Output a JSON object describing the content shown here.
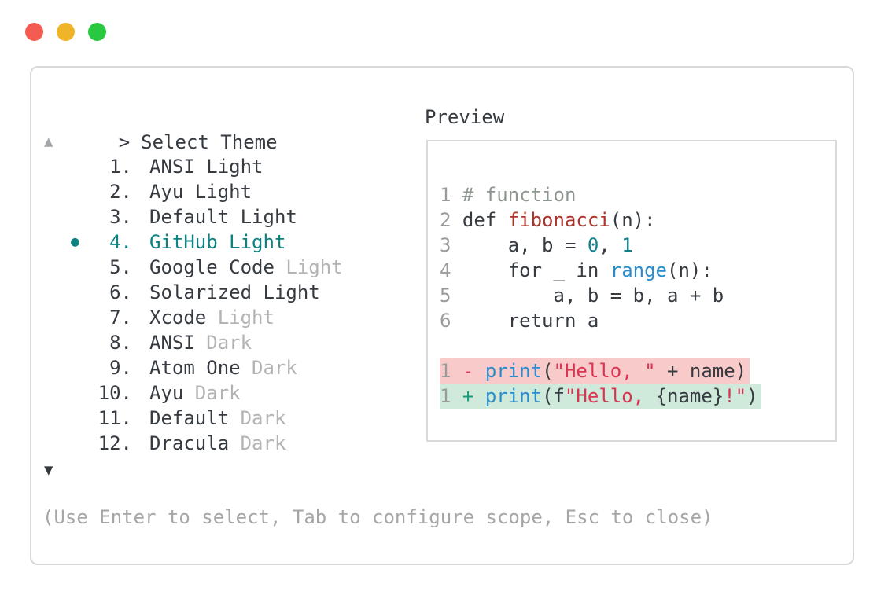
{
  "colors": {
    "text": "#363b41",
    "muted": "#b3b3b3",
    "gray": "#9b9b9b",
    "selected": "#0e8181",
    "comment": "#8e978f",
    "function_red": "#ad342a",
    "number_teal": "#11808b",
    "builtin_blue": "#2b8ccc",
    "string_red": "#dc3352",
    "diff_del_bg": "#f8caca",
    "diff_add_bg": "#cfe9da",
    "diff_minus": "#d63a55",
    "diff_plus": "#1a9a7d",
    "border": "#d9d9d9",
    "footer": "#a6a6a6",
    "arrow_disabled": "#a2a6a8",
    "arrow_enabled": "#33383d"
  },
  "window": {
    "controls": [
      {
        "name": "close",
        "color": "#f45b51"
      },
      {
        "name": "minimize",
        "color": "#f0b429"
      },
      {
        "name": "maximize",
        "color": "#28c840"
      }
    ]
  },
  "header": {
    "prompt": ">",
    "title": "Select Theme"
  },
  "preview": {
    "label": "Preview"
  },
  "icons": {
    "scroll_up": "▲",
    "scroll_down": "▼",
    "selected_bullet": "●"
  },
  "theme_list": {
    "items": [
      {
        "number": "1.",
        "name": "ANSI",
        "variant": "Light",
        "muted": false,
        "selected": false
      },
      {
        "number": "2.",
        "name": "Ayu",
        "variant": "Light",
        "muted": false,
        "selected": false
      },
      {
        "number": "3.",
        "name": "Default",
        "variant": "Light",
        "muted": false,
        "selected": false
      },
      {
        "number": "4.",
        "name": "GitHub",
        "variant": "Light",
        "muted": false,
        "selected": true
      },
      {
        "number": "5.",
        "name": "Google Code",
        "variant": "Light",
        "muted": true,
        "selected": false
      },
      {
        "number": "6.",
        "name": "Solarized",
        "variant": "Light",
        "muted": false,
        "selected": false
      },
      {
        "number": "7.",
        "name": "Xcode",
        "variant": "Light",
        "muted": true,
        "selected": false
      },
      {
        "number": "8.",
        "name": "ANSI",
        "variant": "Dark",
        "muted": true,
        "selected": false
      },
      {
        "number": "9.",
        "name": "Atom One",
        "variant": "Dark",
        "muted": true,
        "selected": false
      },
      {
        "number": "10.",
        "name": "Ayu",
        "variant": "Dark",
        "muted": true,
        "selected": false
      },
      {
        "number": "11.",
        "name": "Default",
        "variant": "Dark",
        "muted": true,
        "selected": false
      },
      {
        "number": "12.",
        "name": "Dracula",
        "variant": "Dark",
        "muted": true,
        "selected": false
      }
    ]
  },
  "code_preview": {
    "lines": [
      {
        "bg": null,
        "tokens": [
          [
            "ln",
            "1"
          ],
          [
            "pl",
            " "
          ],
          [
            "cm",
            "# function"
          ]
        ]
      },
      {
        "bg": null,
        "tokens": [
          [
            "ln",
            "2"
          ],
          [
            "pl",
            " def "
          ],
          [
            "fn",
            "fibonacci"
          ],
          [
            "pl",
            "(n):"
          ]
        ]
      },
      {
        "bg": null,
        "tokens": [
          [
            "ln",
            "3"
          ],
          [
            "pl",
            "     a, b = "
          ],
          [
            "nm",
            "0"
          ],
          [
            "pl",
            ", "
          ],
          [
            "nm",
            "1"
          ]
        ]
      },
      {
        "bg": null,
        "tokens": [
          [
            "ln",
            "4"
          ],
          [
            "pl",
            "     for _ in "
          ],
          [
            "bi",
            "range"
          ],
          [
            "pl",
            "(n):"
          ]
        ]
      },
      {
        "bg": null,
        "tokens": [
          [
            "ln",
            "5"
          ],
          [
            "pl",
            "         a, b = b, a + b"
          ]
        ]
      },
      {
        "bg": null,
        "tokens": [
          [
            "ln",
            "6"
          ],
          [
            "pl",
            "     return a"
          ]
        ]
      },
      {
        "bg": null,
        "tokens": []
      },
      {
        "bg": "del",
        "tokens": [
          [
            "ln",
            "1"
          ],
          [
            "pl",
            " "
          ],
          [
            "mi",
            "-"
          ],
          [
            "pl",
            " "
          ],
          [
            "bi",
            "print"
          ],
          [
            "pl",
            "("
          ],
          [
            "st",
            "\"Hello, \""
          ],
          [
            "pl",
            " + name)"
          ]
        ]
      },
      {
        "bg": "add",
        "tokens": [
          [
            "ln",
            "1"
          ],
          [
            "pl",
            " "
          ],
          [
            "ad",
            "+"
          ],
          [
            "pl",
            " "
          ],
          [
            "bi",
            "print"
          ],
          [
            "pl",
            "(f"
          ],
          [
            "st",
            "\"Hello, "
          ],
          [
            "pl",
            "{name}"
          ],
          [
            "st",
            "!\""
          ],
          [
            "pl",
            ")"
          ]
        ]
      }
    ]
  },
  "footer": {
    "hint": "(Use Enter to select, Tab to configure scope, Esc to close)"
  }
}
